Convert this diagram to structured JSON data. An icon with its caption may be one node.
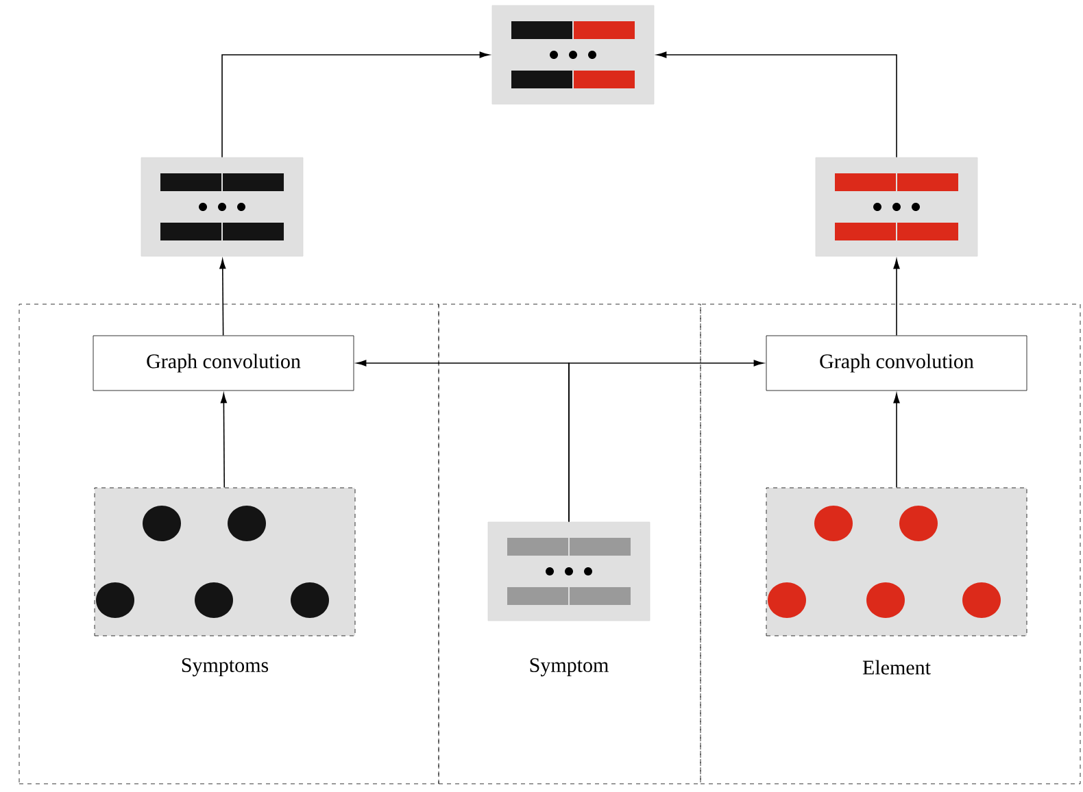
{
  "diagram": {
    "nodes": [
      {
        "text": [],
        "shape": "box"
      },
      {
        "text": [],
        "shape": "box"
      },
      {
        "text": [],
        "shape": "box"
      },
      {
        "text": [],
        "shape": "box"
      },
      {
        "text": [],
        "shape": "box"
      },
      {
        "text": [],
        "shape": "box"
      },
      {
        "text": [
          "Graph convolution"
        ],
        "in": 3
      },
      {
        "text": [
          "Graph convolution"
        ],
        "in": 5
      },
      {
        "text": [],
        "shape": "box",
        "in": 3,
        "beside": [
          "Symptoms"
        ]
      },
      {
        "text": [],
        "shape": "box",
        "in": 4,
        "beside": [
          "Symptom"
        ]
      },
      {
        "text": [],
        "shape": "box",
        "in": 5,
        "beside": [
          "Element"
        ]
      }
    ],
    "edges": [
      {
        "from": 8,
        "to": 6,
        "arrow": "to"
      },
      {
        "from": 6,
        "to": 1,
        "arrow": "to"
      },
      {
        "from": 1,
        "to": 0,
        "arrow": "to"
      },
      {
        "from": 10,
        "to": 7,
        "arrow": "to"
      },
      {
        "from": 7,
        "to": 2,
        "arrow": "to"
      },
      {
        "from": 2,
        "to": 0,
        "arrow": "to"
      },
      {
        "from": 9,
        "to": 6,
        "arrow": "to"
      },
      {
        "from": 9,
        "to": 7,
        "arrow": "to"
      }
    ]
  }
}
